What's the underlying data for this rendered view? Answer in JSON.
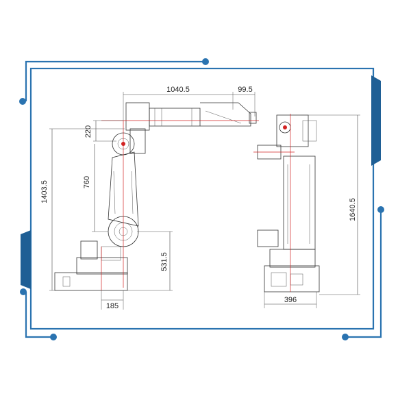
{
  "colors": {
    "frame_blue": "#2a73b0",
    "frame_dark": "#1f5f95",
    "drawing_line": "#333333",
    "center_line": "#d22222"
  },
  "dimensions": {
    "reach": "1040.5",
    "wrist_offset": "99.5",
    "shoulder_offset": "220",
    "total_height_side": "1403.5",
    "arm_length": "760",
    "base_height": "531.5",
    "base_offset": "185",
    "total_height_front": "1640.5",
    "base_width": "396"
  }
}
